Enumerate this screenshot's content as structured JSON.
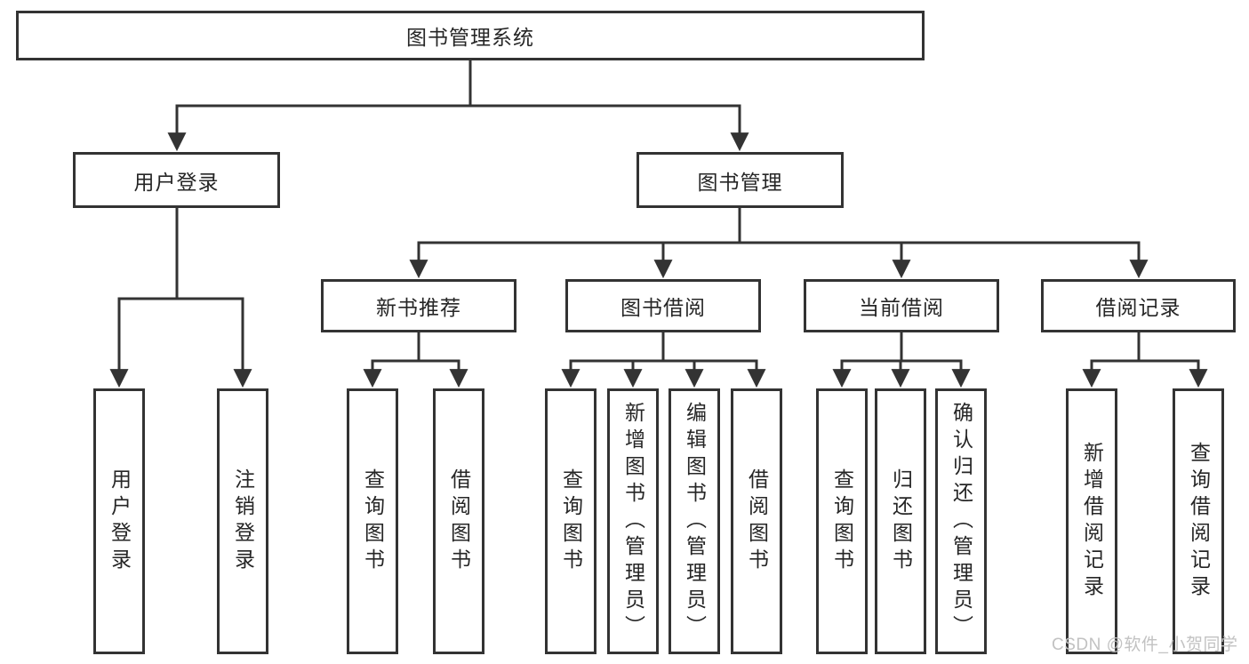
{
  "diagram": {
    "title": "图书管理系统",
    "user_login": {
      "label": "用户登录",
      "children": [
        "用户登录",
        "注销登录"
      ]
    },
    "book_management": {
      "label": "图书管理",
      "sections": [
        {
          "label": "新书推荐",
          "children": [
            "查询图书",
            "借阅图书"
          ]
        },
        {
          "label": "图书借阅",
          "children": [
            "查询图书",
            "新增图书（管理员）",
            "编辑图书（管理员）",
            "借阅图书"
          ]
        },
        {
          "label": "当前借阅",
          "children": [
            "查询图书",
            "归还图书",
            "确认归还（管理员）"
          ]
        },
        {
          "label": "借阅记录",
          "children": [
            "新增借阅记录",
            "查询借阅记录"
          ]
        }
      ]
    },
    "watermark": "CSDN @软件_小贺同学",
    "colors": {
      "line": "#333333",
      "text": "#262626",
      "watermark": "#c2c2c2",
      "background": "#ffffff"
    }
  }
}
